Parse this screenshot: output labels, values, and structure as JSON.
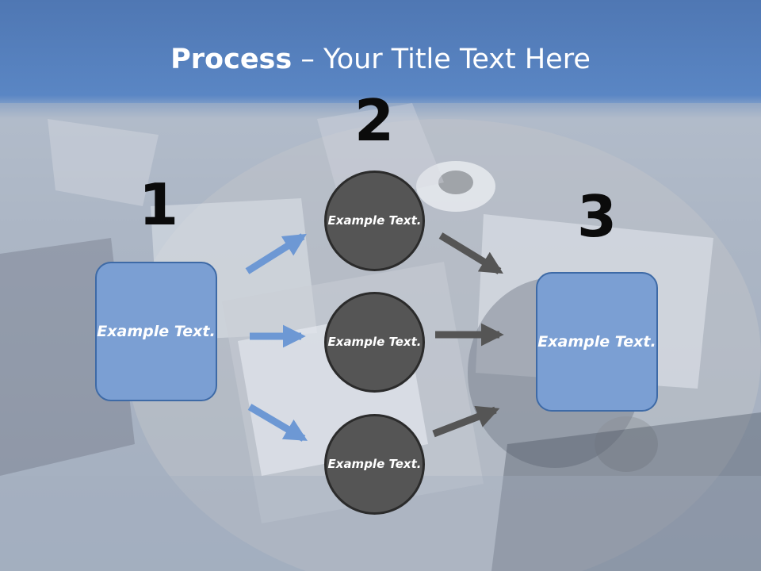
{
  "slide": {
    "title_bold": "Process",
    "title_rest": " – Your Title Text Here"
  },
  "steps": {
    "one": "1",
    "two": "2",
    "three": "3"
  },
  "boxes": {
    "left": "Example Text.",
    "right": "Example Text."
  },
  "circles": [
    {
      "text": "Example Text."
    },
    {
      "text": "Example Text."
    },
    {
      "text": "Example Text."
    }
  ],
  "colors": {
    "header_blue": "#5a86c4",
    "box_fill": "#7b9fd3",
    "circle_fill": "#555555",
    "blue_arrow": "#6d98d4",
    "gray_arrow": "#555555"
  }
}
